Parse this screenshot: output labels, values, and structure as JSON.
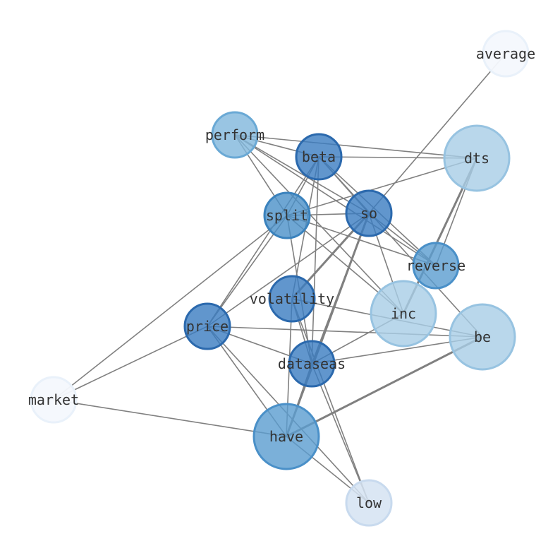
{
  "nodes": [
    {
      "id": "average",
      "label": "average",
      "fill": "#f4f8fd",
      "stroke": "#e9f1fa",
      "alpha": 0.95
    },
    {
      "id": "perform",
      "label": "perform",
      "fill": "#7fb6dc",
      "stroke": "#6aa9d5",
      "alpha": 0.8
    },
    {
      "id": "beta",
      "label": "beta",
      "fill": "#3a7cc1",
      "stroke": "#2b69ad",
      "alpha": 0.8
    },
    {
      "id": "dts",
      "label": "dts",
      "fill": "#a7cde6",
      "stroke": "#97c3e1",
      "alpha": 0.8
    },
    {
      "id": "split",
      "label": "split",
      "fill": "#4a90c8",
      "stroke": "#3a82bd",
      "alpha": 0.8
    },
    {
      "id": "so",
      "label": "so",
      "fill": "#3a7cc1",
      "stroke": "#2b69ad",
      "alpha": 0.8
    },
    {
      "id": "reverse",
      "label": "reverse",
      "fill": "#5a9ccf",
      "stroke": "#4a90c8",
      "alpha": 0.8
    },
    {
      "id": "volatility",
      "label": "volatility",
      "fill": "#3a7cc1",
      "stroke": "#2b69ad",
      "alpha": 0.8
    },
    {
      "id": "inc",
      "label": "inc",
      "fill": "#a7cde6",
      "stroke": "#97c3e1",
      "alpha": 0.8
    },
    {
      "id": "price",
      "label": "price",
      "fill": "#3a7cc1",
      "stroke": "#2b69ad",
      "alpha": 0.8
    },
    {
      "id": "be",
      "label": "be",
      "fill": "#a7cde6",
      "stroke": "#97c3e1",
      "alpha": 0.8
    },
    {
      "id": "dataseas",
      "label": "dataseas",
      "fill": "#3a7cc1",
      "stroke": "#2b69ad",
      "alpha": 0.8
    },
    {
      "id": "market",
      "label": "market",
      "fill": "#f4f8fd",
      "stroke": "#e9f1fa",
      "alpha": 0.95
    },
    {
      "id": "have",
      "label": "have",
      "fill": "#5a9ccf",
      "stroke": "#4a90c8",
      "alpha": 0.8
    },
    {
      "id": "low",
      "label": "low",
      "fill": "#d5e3f2",
      "stroke": "#c8daee",
      "alpha": 0.85
    }
  ],
  "edges": [
    [
      "average",
      "so",
      1
    ],
    [
      "perform",
      "beta",
      1
    ],
    [
      "perform",
      "dts",
      1
    ],
    [
      "perform",
      "split",
      1
    ],
    [
      "perform",
      "so",
      1
    ],
    [
      "perform",
      "reverse",
      1
    ],
    [
      "perform",
      "inc",
      1
    ],
    [
      "beta",
      "dts",
      1
    ],
    [
      "beta",
      "split",
      1
    ],
    [
      "beta",
      "reverse",
      1
    ],
    [
      "beta",
      "volatility",
      1
    ],
    [
      "beta",
      "price",
      1
    ],
    [
      "beta",
      "be",
      1
    ],
    [
      "beta",
      "dataseas",
      1
    ],
    [
      "beta",
      "so",
      1
    ],
    [
      "dts",
      "split",
      1
    ],
    [
      "dts",
      "reverse",
      1
    ],
    [
      "dts",
      "inc",
      2
    ],
    [
      "split",
      "so",
      1
    ],
    [
      "split",
      "reverse",
      1
    ],
    [
      "split",
      "inc",
      1
    ],
    [
      "split",
      "price",
      1
    ],
    [
      "split",
      "dataseas",
      1
    ],
    [
      "so",
      "reverse",
      1
    ],
    [
      "so",
      "inc",
      1
    ],
    [
      "so",
      "volatility",
      2
    ],
    [
      "so",
      "price",
      1
    ],
    [
      "so",
      "have",
      2
    ],
    [
      "so",
      "dataseas",
      1
    ],
    [
      "volatility",
      "have",
      1
    ],
    [
      "volatility",
      "low",
      1
    ],
    [
      "volatility",
      "be",
      1
    ],
    [
      "volatility",
      "dataseas",
      1
    ],
    [
      "inc",
      "dataseas",
      1
    ],
    [
      "price",
      "be",
      1
    ],
    [
      "price",
      "dataseas",
      1
    ],
    [
      "price",
      "market",
      1
    ],
    [
      "price",
      "have",
      1
    ],
    [
      "price",
      "low",
      1
    ],
    [
      "dataseas",
      "be",
      1
    ],
    [
      "dataseas",
      "low",
      1
    ],
    [
      "market",
      "split",
      1
    ],
    [
      "market",
      "have",
      1
    ],
    [
      "have",
      "be",
      2
    ],
    [
      "have",
      "low",
      1
    ],
    [
      "dataseas",
      "have",
      1
    ]
  ]
}
